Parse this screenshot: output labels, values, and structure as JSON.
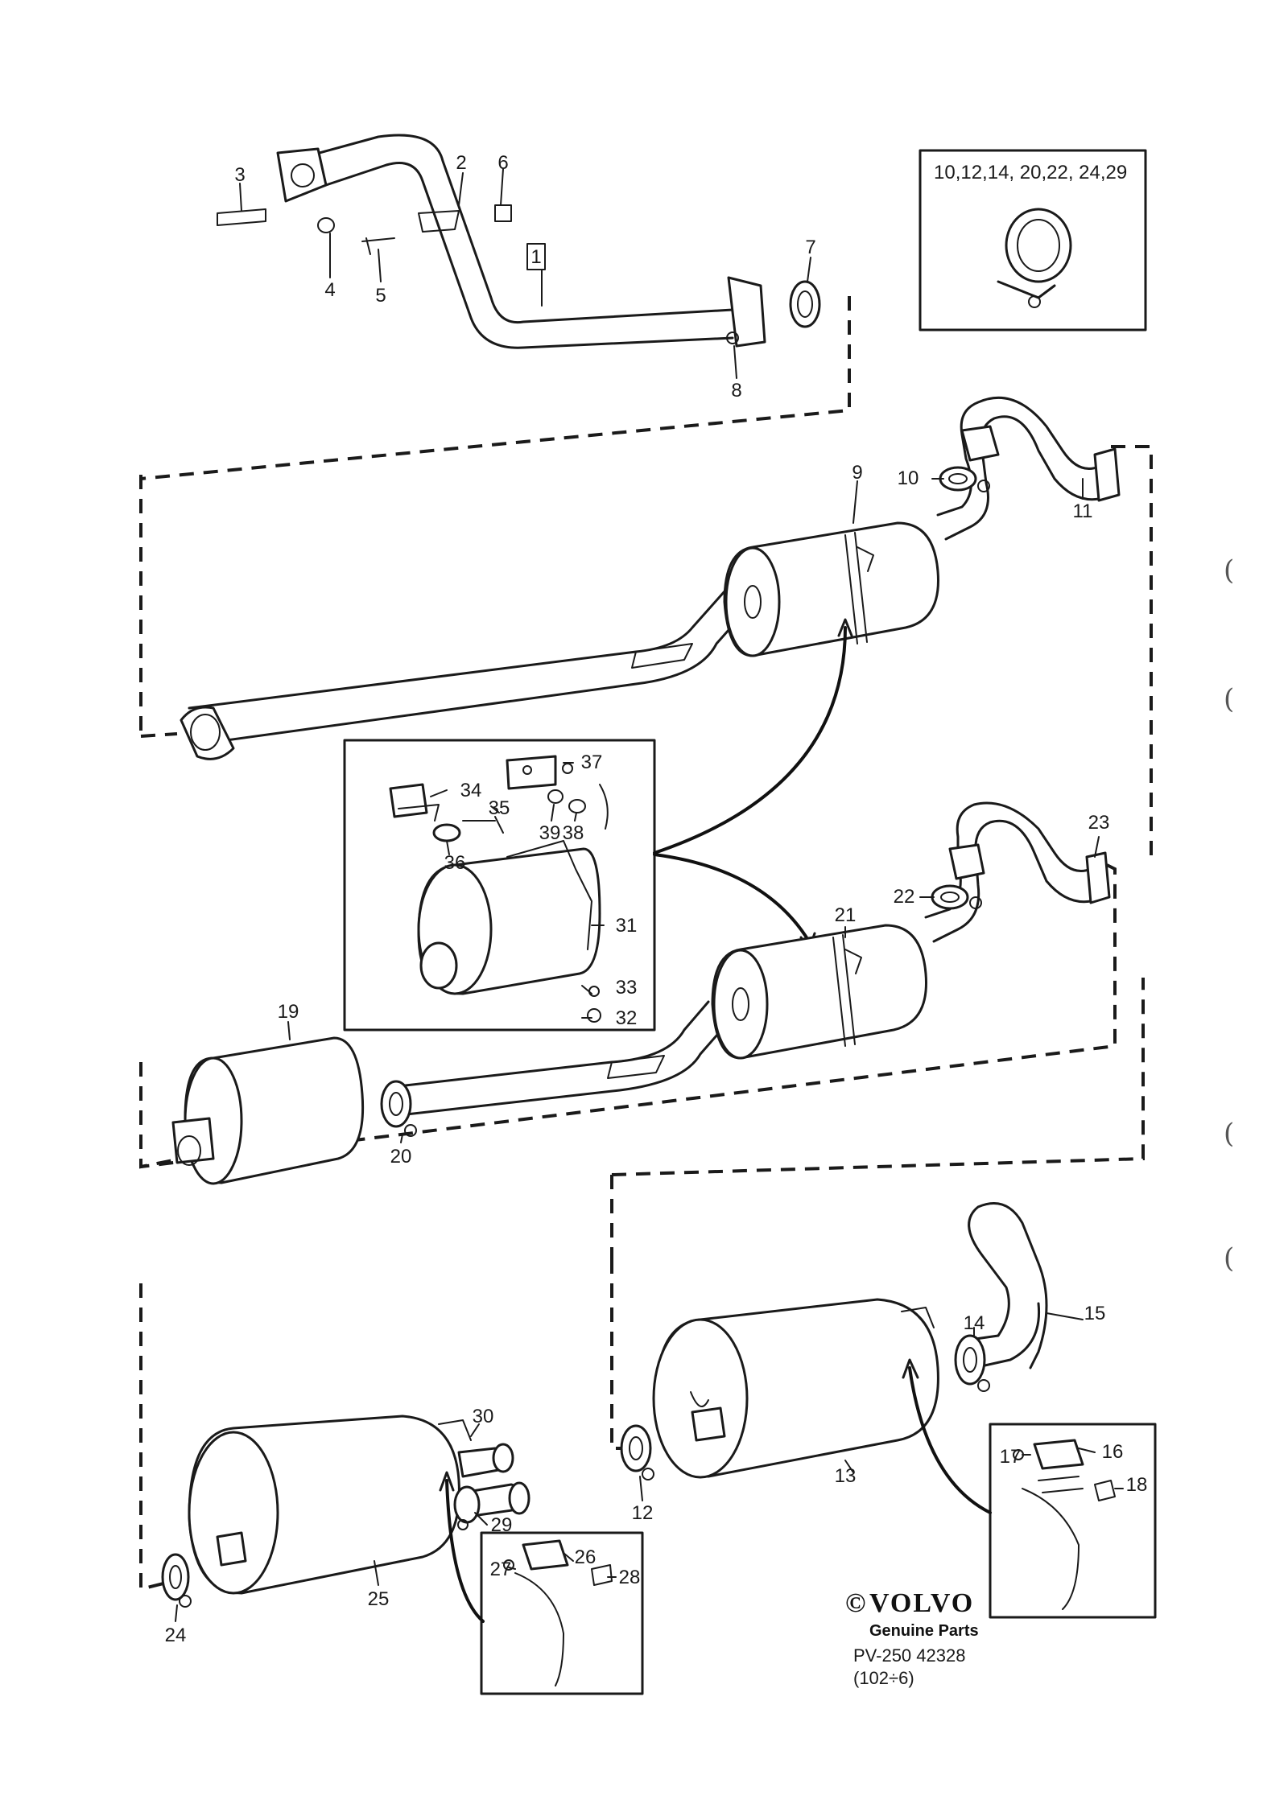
{
  "callouts": {
    "c1": "1",
    "c2": "2",
    "c3": "3",
    "c4": "4",
    "c5": "5",
    "c6": "6",
    "c7": "7",
    "c8": "8",
    "c9": "9",
    "c10": "10",
    "c11": "11",
    "c12": "12",
    "c13": "13",
    "c14": "14",
    "c15": "15",
    "c16": "16",
    "c17": "17",
    "c18": "18",
    "c19": "19",
    "c20": "20",
    "c21": "21",
    "c22": "22",
    "c23": "23",
    "c24": "24",
    "c25": "25",
    "c26": "26",
    "c27": "27",
    "c28": "28",
    "c29": "29",
    "c30": "30",
    "c31": "31",
    "c32": "32",
    "c33": "33",
    "c34": "34",
    "c35": "35",
    "c36": "36",
    "c37": "37",
    "c38": "38",
    "c39": "39"
  },
  "clamp_inset": {
    "label": "10,12,14, 20,22, 24,29"
  },
  "footer": {
    "copyright": "©",
    "brand": "VOLVO",
    "tagline": "Genuine Parts",
    "code": "PV-250  42328",
    "ref": "(102÷6)"
  },
  "margin_marks": {
    "m1": "(",
    "m2": "(",
    "m3": "(",
    "m4": "("
  }
}
